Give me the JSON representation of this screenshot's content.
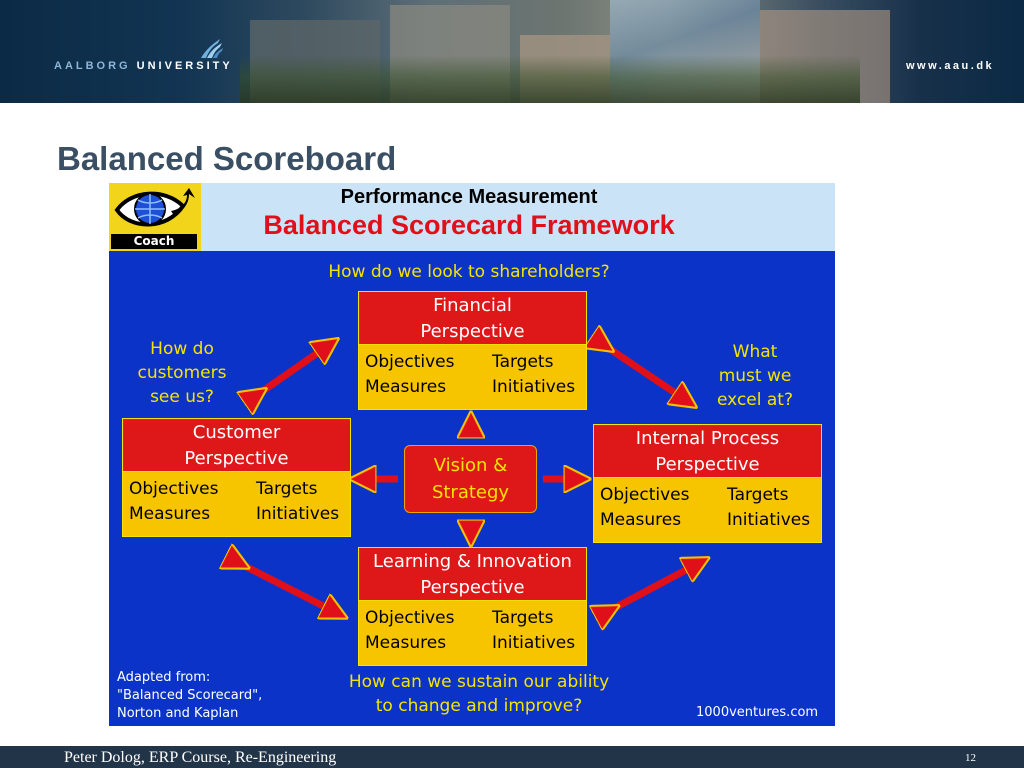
{
  "header": {
    "logo_text_part1": "AALBORG",
    "logo_text_part2": "UNIVERSITY",
    "url": "www.aau.dk"
  },
  "slide_title": "Balanced Scoreboard",
  "diagram": {
    "logo_label": "Coach",
    "title_line1": "Performance Measurement",
    "title_line2": "Balanced Scorecard Framework",
    "question_top": "How do we look to shareholders?",
    "question_left": [
      "How do",
      "customers",
      "see us?"
    ],
    "question_right": [
      "What",
      "must we",
      "excel at?"
    ],
    "question_bottom": [
      "How can we sustain our ability",
      "to change and improve?"
    ],
    "center": [
      "Vision &",
      "Strategy"
    ],
    "cell_labels": [
      "Objectives",
      "Targets",
      "Measures",
      "Initiatives"
    ],
    "boxes": {
      "financial": [
        "Financial",
        "Perspective"
      ],
      "customer": [
        "Customer",
        "Perspective"
      ],
      "internal": [
        "Internal Process",
        "Perspective"
      ],
      "learning": [
        "Learning & Innovation",
        "Perspective"
      ]
    },
    "source_note": [
      "Adapted from:",
      "\"Balanced Scorecard\",",
      "Norton and Kaplan"
    ],
    "credit": "1000ventures.com",
    "colors": {
      "background": "#0c33c8",
      "box_header": "#de1818",
      "box_body": "#f7c400",
      "question_text": "#f5e400"
    }
  },
  "footer": {
    "text": "Peter Dolog, ERP Course, Re-Engineering",
    "page_number": "12"
  }
}
